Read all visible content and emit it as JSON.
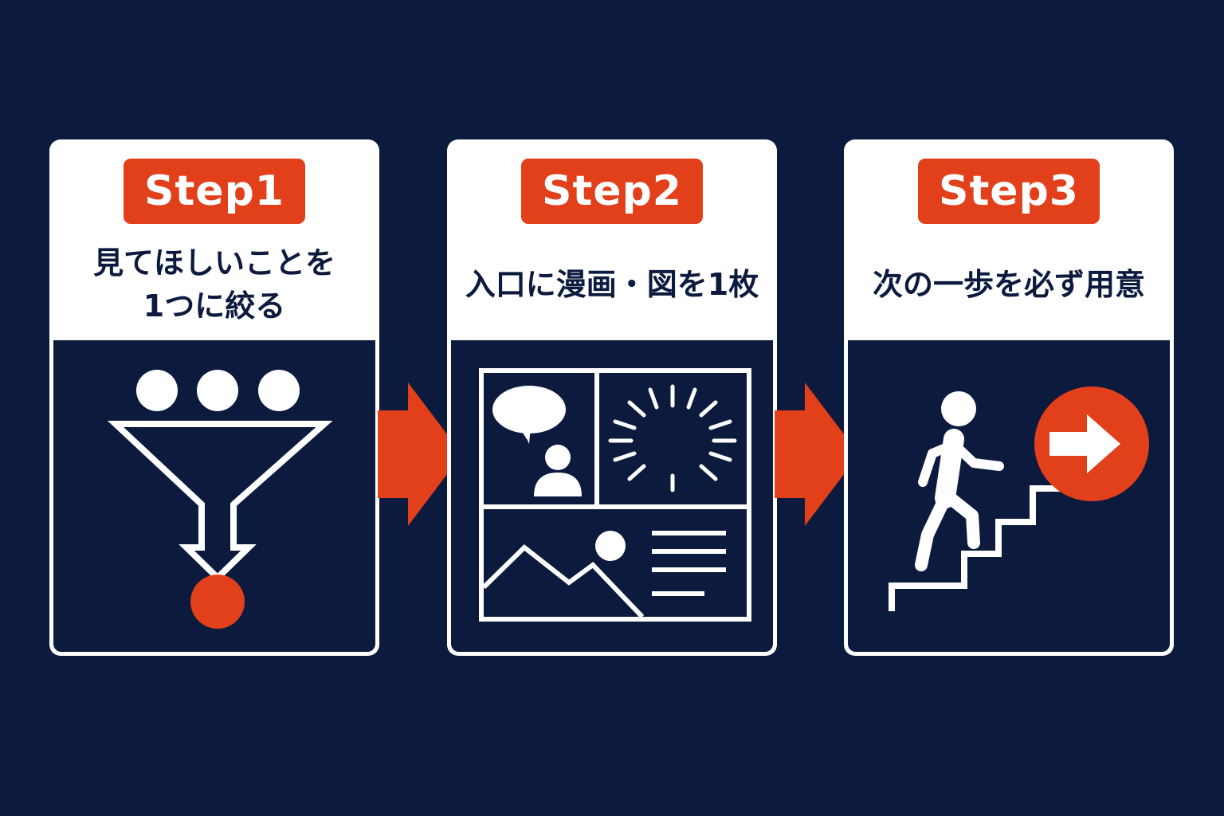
{
  "colors": {
    "background": "#0c1a3e",
    "card": "#ffffff",
    "accent": "#e2401b",
    "panel": "#0c1a3e"
  },
  "steps": [
    {
      "badge": "Step1",
      "title_lines": [
        "見てほしいことを",
        "1つに絞る"
      ],
      "icon": "funnel-icon"
    },
    {
      "badge": "Step2",
      "title_lines": [
        "入口に漫画・図を1枚"
      ],
      "icon": "comic-panel-icon"
    },
    {
      "badge": "Step3",
      "title_lines": [
        "次の一歩を必ず用意"
      ],
      "icon": "person-climbing-stairs-icon"
    }
  ],
  "connectors": [
    "arrow-right-icon",
    "arrow-right-icon"
  ]
}
